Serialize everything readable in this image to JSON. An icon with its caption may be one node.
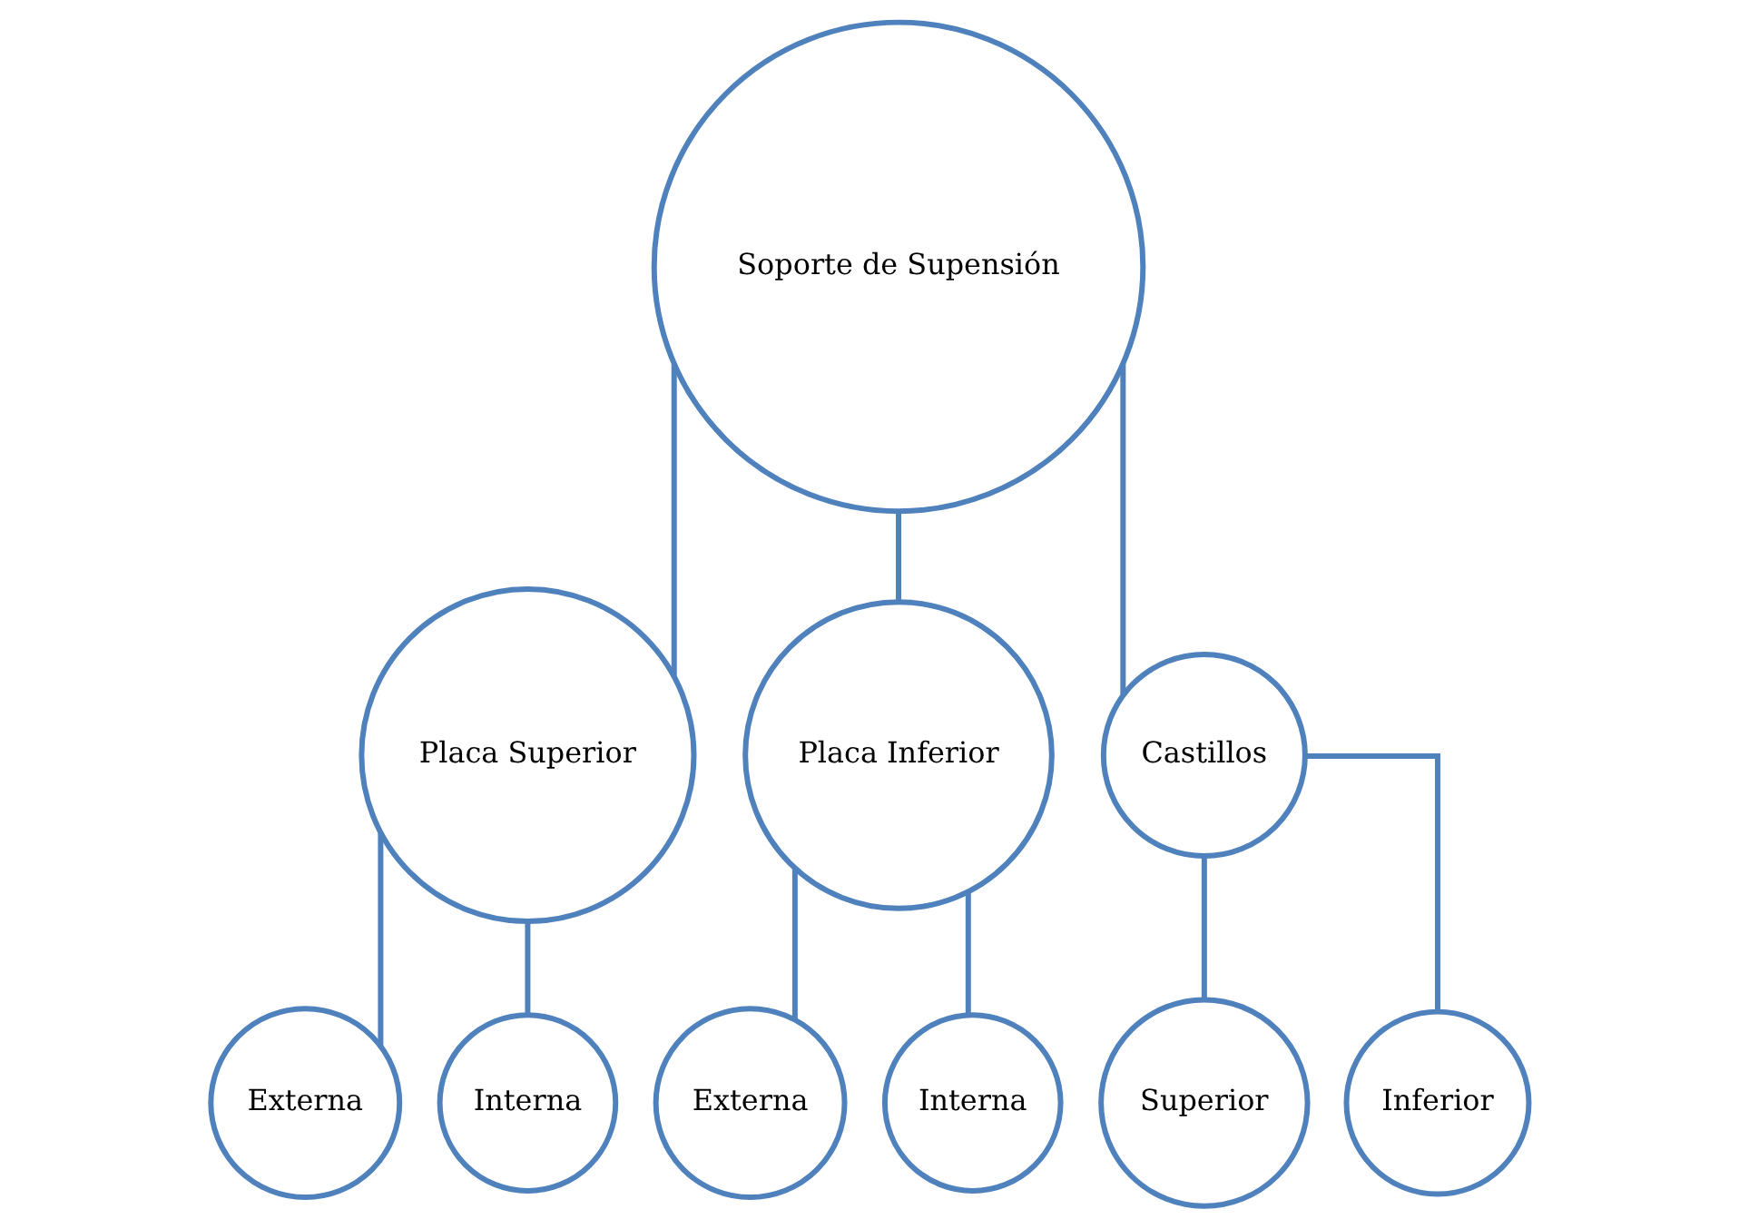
{
  "diagram": {
    "nodes": [
      {
        "text": [
          "Soporte de Supensión"
        ]
      },
      {
        "text": [
          "Placa Superior"
        ]
      },
      {
        "text": [
          "Placa Inferior"
        ]
      },
      {
        "text": [
          "Castillos"
        ]
      },
      {
        "text": [
          "Externa"
        ]
      },
      {
        "text": [
          "Interna"
        ]
      },
      {
        "text": [
          "Externa"
        ]
      },
      {
        "text": [
          "Interna"
        ]
      },
      {
        "text": [
          "Superior"
        ]
      },
      {
        "text": [
          "Inferior"
        ]
      }
    ],
    "edges": [
      {
        "from": 0,
        "to": 1,
        "arrow": "none"
      },
      {
        "from": 0,
        "to": 2,
        "arrow": "none"
      },
      {
        "from": 0,
        "to": 3,
        "arrow": "none"
      },
      {
        "from": 1,
        "to": 4,
        "arrow": "none"
      },
      {
        "from": 1,
        "to": 5,
        "arrow": "none"
      },
      {
        "from": 2,
        "to": 6,
        "arrow": "none"
      },
      {
        "from": 2,
        "to": 7,
        "arrow": "none"
      },
      {
        "from": 3,
        "to": 8,
        "arrow": "none"
      },
      {
        "from": 3,
        "to": 9,
        "arrow": "none"
      }
    ]
  }
}
